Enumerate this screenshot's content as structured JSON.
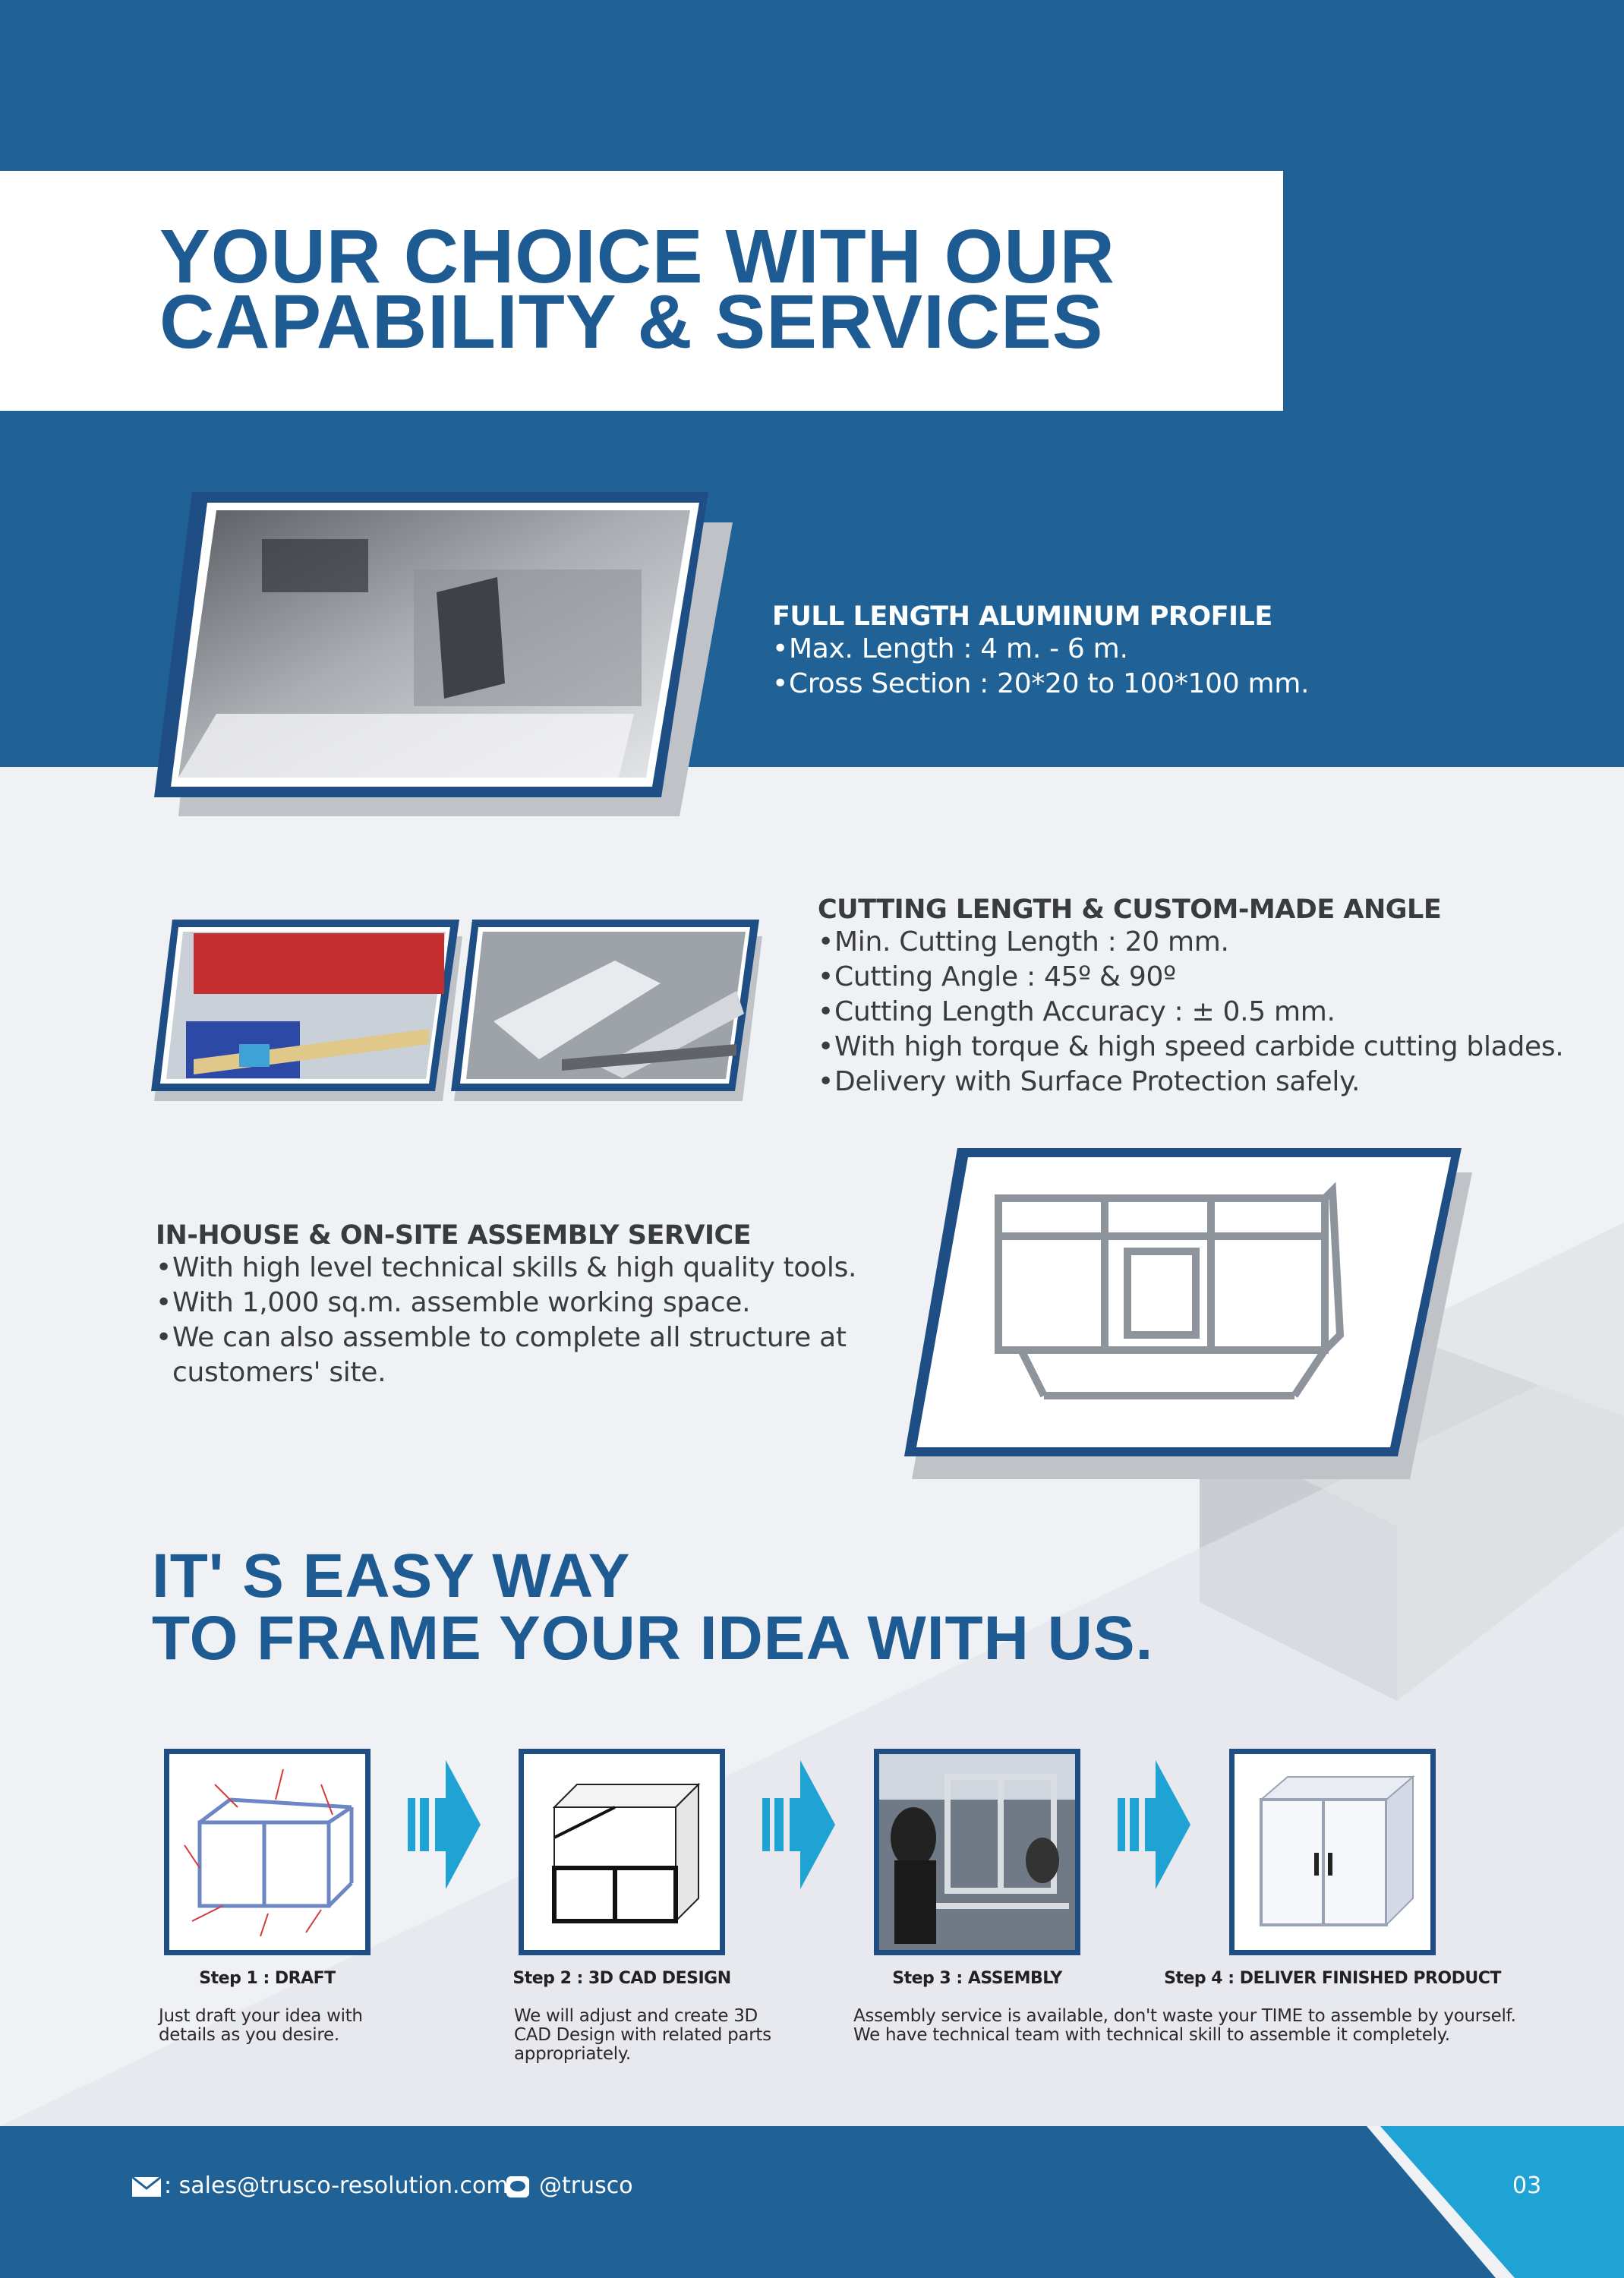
{
  "header": {
    "title_line1": "YOUR CHOICE WITH OUR",
    "title_line2": "CAPABILITY & SERVICES"
  },
  "sections": [
    {
      "title": "FULL LENGTH ALUMINUM PROFILE",
      "bullets": [
        "Max. Length : 4 m. - 6 m.",
        "Cross Section : 20*20 to 100*100 mm."
      ]
    },
    {
      "title": "CUTTING LENGTH & CUSTOM-MADE ANGLE",
      "bullets": [
        "Min. Cutting Length : 20 mm.",
        "Cutting Angle : 45º & 90º",
        "Cutting Length Accuracy : ± 0.5 mm.",
        "With high torque & high speed carbide cutting blades.",
        "Delivery with Surface Protection safely."
      ]
    },
    {
      "title": "IN-HOUSE & ON-SITE ASSEMBLY SERVICE",
      "bullets": [
        "With high level technical skills & high quality tools.",
        "With 1,000 sq.m. assemble working space.",
        "We can also assemble to complete all structure at customers' site."
      ]
    }
  ],
  "easy": {
    "line1": "IT' S EASY WAY",
    "line2": "TO FRAME YOUR IDEA WITH US."
  },
  "steps": [
    {
      "label": "Step 1 : DRAFT",
      "desc": "Just draft your idea with details as you desire."
    },
    {
      "label": "Step 2 : 3D CAD DESIGN",
      "desc": "We will adjust and create 3D CAD Design with related parts appropriately."
    },
    {
      "label": "Step 3 : ASSEMBLY",
      "desc": ""
    },
    {
      "label": "Step 4 : DELIVER FINISHED PRODUCT",
      "desc": ""
    }
  ],
  "assembly_note_line1": "Assembly service is available, don't waste your TIME to assemble by yourself.",
  "assembly_note_line2": "We have technical team with technical skill to assemble it completely.",
  "footer": {
    "email": ": sales@trusco-resolution.com",
    "line_id": "@trusco",
    "page_number": "03"
  },
  "colors": {
    "brand_blue": "#206196",
    "title_blue": "#1f5b93",
    "accent_cyan": "#1fa3d4",
    "background": "#eff1f4"
  }
}
